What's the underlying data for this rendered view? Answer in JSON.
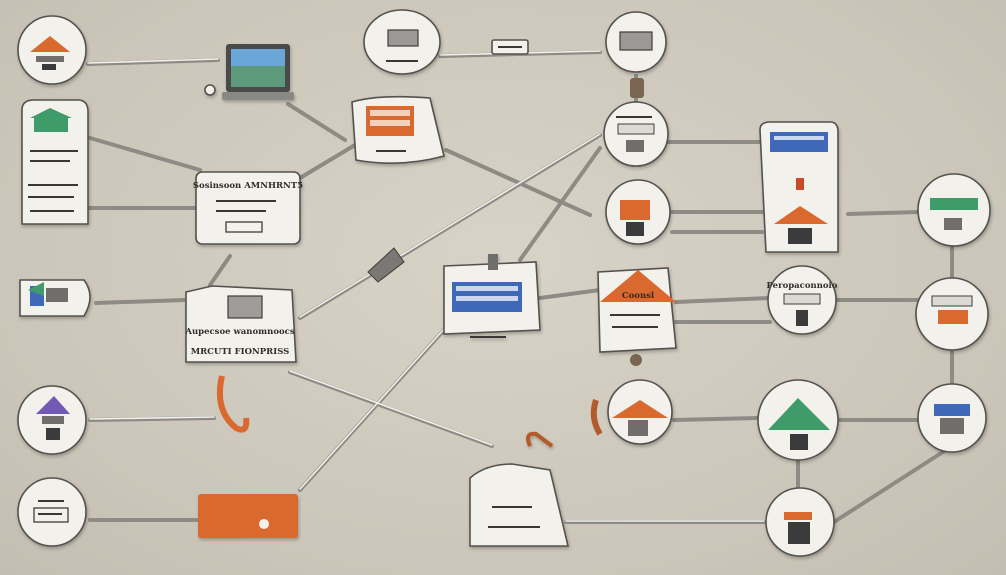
{
  "nodes": {
    "left_panel_label": "Sosinsoon AMNHRNT5",
    "center_left_label_1": "Aupecsoe wanomnoocs",
    "center_left_label_2": "MRCUTI FIONPRISS",
    "right_box_label": "Peropaconnoio",
    "orange_card_label": "Coonsl"
  },
  "colors": {
    "background": "#cfcabd",
    "wire": "#8e8b84",
    "card": "#f3f1ec",
    "accent_orange": "#d9692f",
    "accent_green": "#3f9b6a",
    "accent_blue": "#3f69b8",
    "accent_purple": "#7359b6"
  }
}
